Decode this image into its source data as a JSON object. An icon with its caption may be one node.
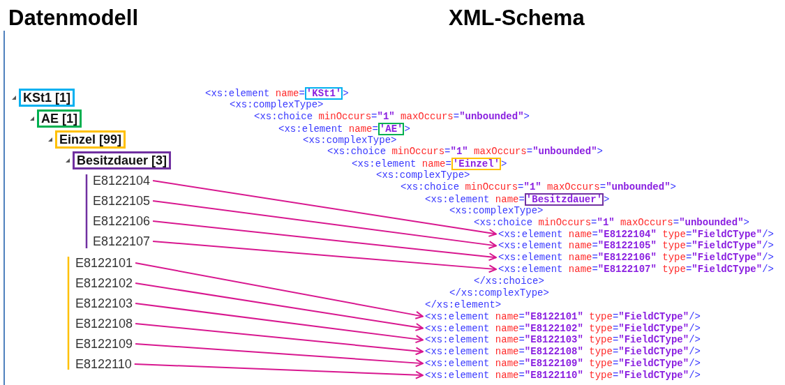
{
  "diagram": {
    "nodes": [
      {
        "text": [
          "KSt1 [1]"
        ]
      },
      {
        "text": [
          "AE [1]"
        ]
      },
      {
        "text": [
          "Einzel [99]"
        ]
      },
      {
        "text": [
          "Besitzdauer [3]"
        ]
      },
      {
        "text": [
          "E8122104"
        ]
      },
      {
        "text": [
          "E8122105"
        ]
      },
      {
        "text": [
          "E8122106"
        ]
      },
      {
        "text": [
          "E8122107"
        ]
      },
      {
        "text": [
          "E8122101"
        ]
      },
      {
        "text": [
          "E8122102"
        ]
      },
      {
        "text": [
          "E8122103"
        ]
      },
      {
        "text": [
          "E8122108"
        ]
      },
      {
        "text": [
          "E8122109"
        ]
      },
      {
        "text": [
          "E8122110"
        ]
      },
      {
        "text": [
          "'KSt1'"
        ]
      },
      {
        "text": [
          "'AE'"
        ]
      },
      {
        "text": [
          "'Einzel'"
        ]
      },
      {
        "text": [
          "'Besitzdauer'"
        ]
      },
      {
        "text": [
          "<xs:element name=\"E8122104\" type=\"FieldCType\"/>"
        ]
      },
      {
        "text": [
          "<xs:element name=\"E8122105\" type=\"FieldCType\"/>"
        ]
      },
      {
        "text": [
          "<xs:element name=\"E8122106\" type=\"FieldCType\"/>"
        ]
      },
      {
        "text": [
          "<xs:element name=\"E8122107\" type=\"FieldCType\"/>"
        ]
      },
      {
        "text": [
          "<xs:element name=\"E8122101\" type=\"FieldCType\"/>"
        ]
      },
      {
        "text": [
          "<xs:element name=\"E8122102\" type=\"FieldCType\"/>"
        ]
      },
      {
        "text": [
          "<xs:element name=\"E8122103\" type=\"FieldCType\"/>"
        ]
      },
      {
        "text": [
          "<xs:element name=\"E8122108\" type=\"FieldCType\"/>"
        ]
      },
      {
        "text": [
          "<xs:element name=\"E8122109\" type=\"FieldCType\"/>"
        ]
      },
      {
        "text": [
          "<xs:element name=\"E8122110\" type=\"FieldCType\"/>"
        ]
      }
    ],
    "edges": [
      {
        "from": 4,
        "to": 18,
        "arrow": "to"
      },
      {
        "from": 5,
        "to": 19,
        "arrow": "to"
      },
      {
        "from": 6,
        "to": 20,
        "arrow": "to"
      },
      {
        "from": 7,
        "to": 21,
        "arrow": "to"
      },
      {
        "from": 8,
        "to": 22,
        "arrow": "to"
      },
      {
        "from": 9,
        "to": 23,
        "arrow": "to"
      },
      {
        "from": 10,
        "to": 24,
        "arrow": "to"
      },
      {
        "from": 11,
        "to": 25,
        "arrow": "to"
      },
      {
        "from": 12,
        "to": 26,
        "arrow": "to"
      },
      {
        "from": 13,
        "to": 27,
        "arrow": "to"
      }
    ],
    "labels": [
      "Datenmodell",
      "XML-Schema",
      "<xs:element name=",
      ">",
      "<xs:complexType>",
      "<xs:choice minOccurs=\"1\" maxOccurs=\"unbounded\">",
      "<xs:element name=",
      ">",
      "<xs:complexType>",
      "<xs:choice minOccurs=\"1\" maxOccurs=\"unbounded\">",
      "<xs:element name=",
      ">",
      "<xs:complexType>",
      "<xs:choice minOccurs=\"1\" maxOccurs=\"unbounded\">",
      "<xs:element name=",
      ">",
      "<xs:complexType>",
      "<xs:choice minOccurs=\"1\" maxOccurs=\"unbounded\">",
      "</xs:choice>",
      "</xs:complexType>",
      "</xs:element>"
    ]
  }
}
